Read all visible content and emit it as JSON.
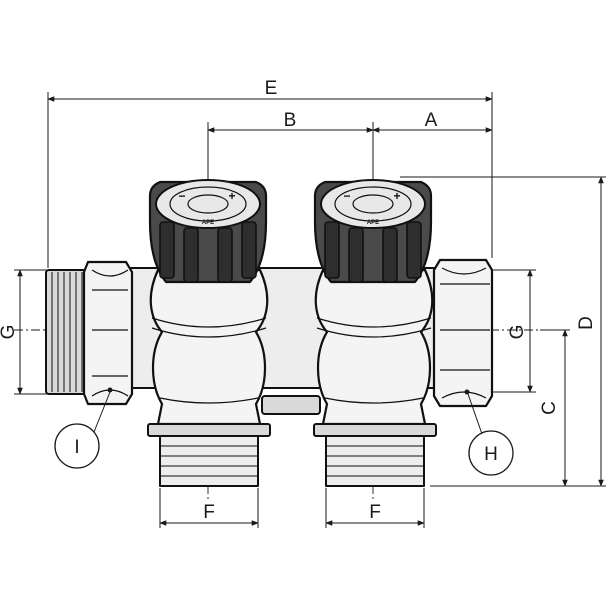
{
  "dimension_labels": {
    "E": "E",
    "B": "B",
    "A": "A",
    "D": "D",
    "C": "C",
    "G_left": "G",
    "G_right": "G",
    "F_left": "F",
    "F_right": "F"
  },
  "callouts": {
    "I": "I",
    "H": "H"
  },
  "knob_marking": "APE"
}
